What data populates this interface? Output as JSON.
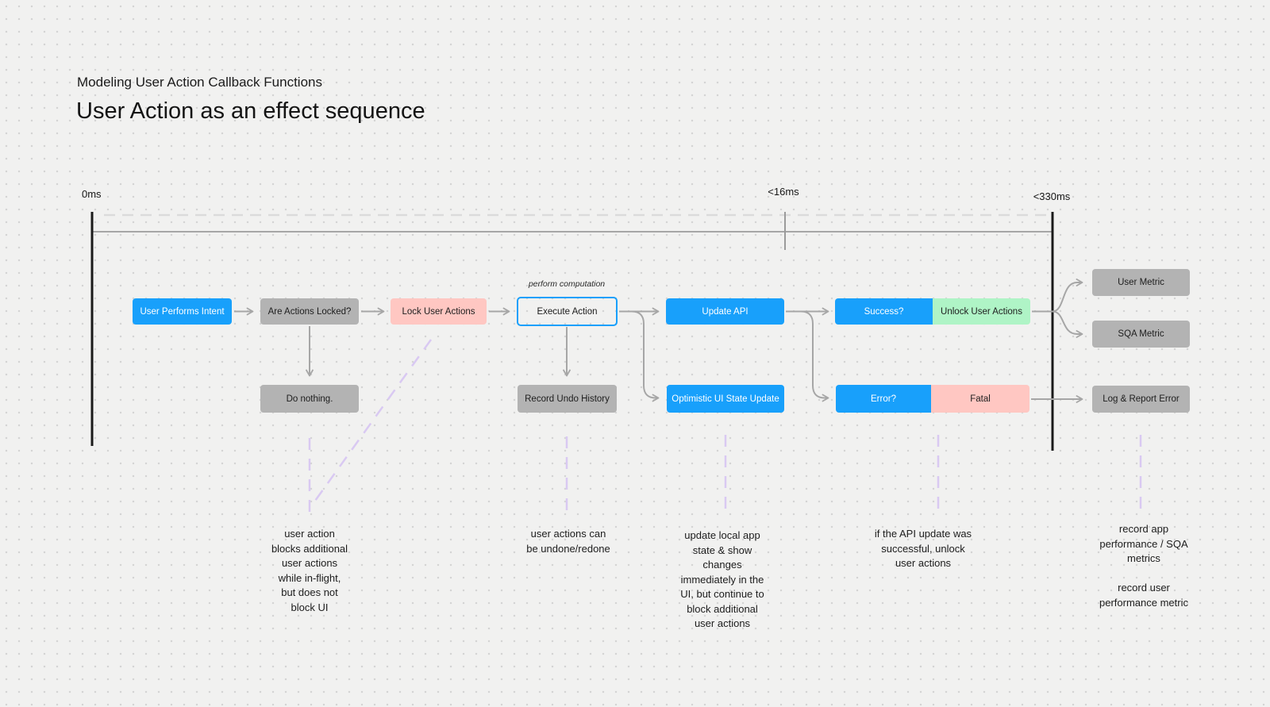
{
  "header": {
    "subtitle": "Modeling User Action Callback Functions",
    "title": "User Action as an effect sequence"
  },
  "timeline": {
    "start": "0ms",
    "mid": "<16ms",
    "end": "<330ms"
  },
  "nodes": {
    "user_performs_intent": "User Performs Intent",
    "are_actions_locked": "Are Actions Locked?",
    "lock_user_actions": "Lock User Actions",
    "execute_action": "Execute Action",
    "execute_action_note": "perform computation",
    "update_api": "Update API",
    "success": "Success?",
    "unlock_user_actions": "Unlock User Actions",
    "user_metric": "User Metric",
    "sqa_metric": "SQA Metric",
    "do_nothing": "Do nothing.",
    "record_undo_history": "Record Undo History",
    "optimistic_ui_state_update": "Optimistic UI State Update",
    "error": "Error?",
    "fatal": "Fatal",
    "log_report_error": "Log & Report Error"
  },
  "annotations": [
    {
      "text": "user action\nblocks additional\nuser actions\nwhile in-flight,\nbut does not\nblock UI"
    },
    {
      "text": "user actions can\nbe undone/redone"
    },
    {
      "text": "update local app\nstate & show\nchanges\nimmediately in the\nUI, but continue to\nblock additional\nuser actions"
    },
    {
      "text": "if the API update was\nsuccessful, unlock\nuser actions"
    },
    {
      "text": "record app\nperformance / SQA\nmetrics\n\nrecord user\nperformance metric"
    }
  ],
  "colors": {
    "blue": "#18A0FB",
    "gray": "#B3B3B3",
    "pink": "#FFC7C2",
    "green": "#AFF4C6",
    "connector": "#A6A6A6",
    "dashed_note": "#D9C9F2",
    "timeline": "#1A1A1A"
  }
}
